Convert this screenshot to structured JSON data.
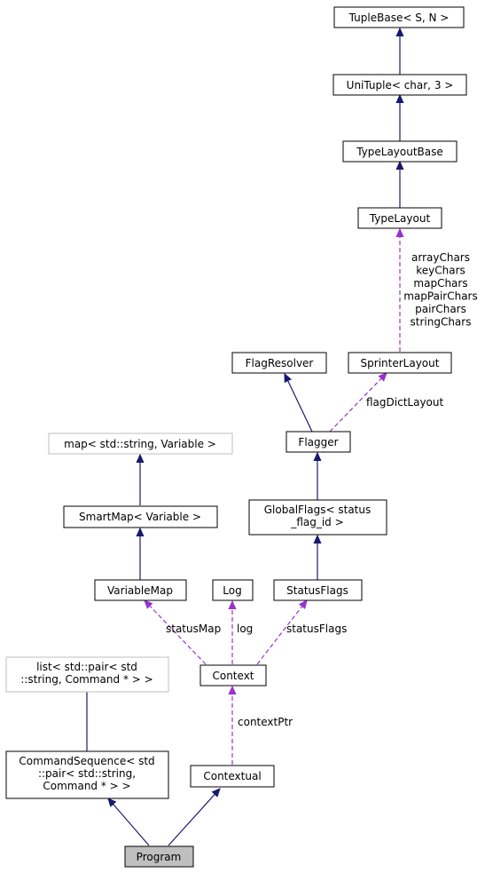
{
  "nodes": {
    "tuplebase": [
      "TupleBase< S, N >"
    ],
    "unituple": [
      "UniTuple< char, 3 >"
    ],
    "typelayoutbase": [
      "TypeLayoutBase"
    ],
    "typelayout": [
      "TypeLayout"
    ],
    "flagresolver": [
      "FlagResolver"
    ],
    "sprinterlayout": [
      "SprinterLayout"
    ],
    "flagger": [
      "Flagger"
    ],
    "map": [
      "map< std::string, Variable >"
    ],
    "smartmap": [
      "SmartMap< Variable >"
    ],
    "globalflags": [
      "GlobalFlags< status",
      "_flag_id >"
    ],
    "variablemap": [
      "VariableMap"
    ],
    "log": [
      "Log"
    ],
    "statusflags": [
      "StatusFlags"
    ],
    "list": [
      "list< std::pair< std",
      "::string, Command * > >"
    ],
    "context": [
      "Context"
    ],
    "commandsequence": [
      "CommandSequence< std",
      "::pair< std::string,",
      "Command * > >"
    ],
    "contextual": [
      "Contextual"
    ],
    "program": [
      "Program"
    ]
  },
  "edge_labels": {
    "typelayout_sprinter": [
      "arrayChars",
      "keyChars",
      "mapChars",
      "mapPairChars",
      "pairChars",
      "stringChars"
    ],
    "sprinter_flagger": [
      "flagDictLayout"
    ],
    "variablemap_context": [
      "statusMap"
    ],
    "log_context": [
      "log"
    ],
    "statusflags_context": [
      "statusFlags"
    ],
    "context_contextual": [
      "contextPtr"
    ]
  },
  "colors": {
    "inheritance": "#191970",
    "usage": "#9a32cd",
    "external_border": "#bfbfbf",
    "focus_fill": "#bfbfbf"
  }
}
